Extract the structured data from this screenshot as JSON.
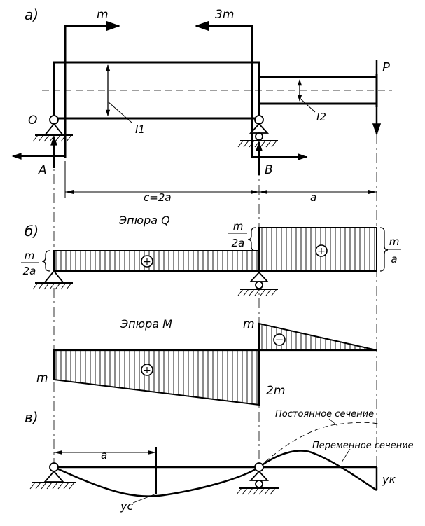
{
  "labels": {
    "part_a": "а)",
    "part_b": "б)",
    "part_v": "в)",
    "moment_m": "m",
    "moment_3m": "3m",
    "force_p": "P",
    "support_o": "O",
    "support_a": "A",
    "support_b": "B",
    "inertia_1": "I1",
    "inertia_2": "I2",
    "span_c": "c=2a",
    "span_a": "a",
    "q_title": "Эпюра  Q",
    "q_left_num": "m",
    "q_left_den": "2a",
    "q_mid_num": "m",
    "q_mid_den": "2a",
    "q_right_num": "m",
    "q_right_den": "a",
    "plus": "+",
    "minus": "−",
    "m_title": "Эпюра  M",
    "m_left": "m",
    "m_top_b": "m",
    "m_bottom_b": "2m",
    "const_section": "Постоянное сечение",
    "var_section": "Переменное сечение",
    "defl_a": "a",
    "y_c": "yc",
    "y_k": "yк"
  }
}
